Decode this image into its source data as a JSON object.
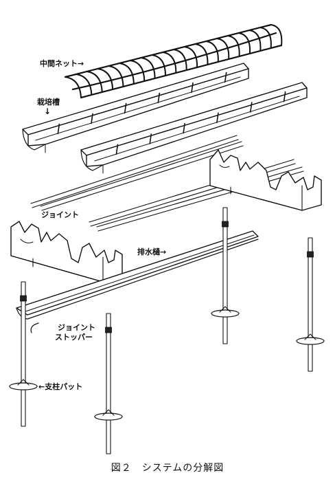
{
  "labels": {
    "net": "中間ネット→",
    "trough": "栽培槽",
    "joint": "ジョイント",
    "drain": "排水樋→",
    "stopper_line1": "ジョイント",
    "stopper_line2": "ストッパー",
    "pad": "←支柱パット"
  },
  "caption": "図２　システムの分解図"
}
